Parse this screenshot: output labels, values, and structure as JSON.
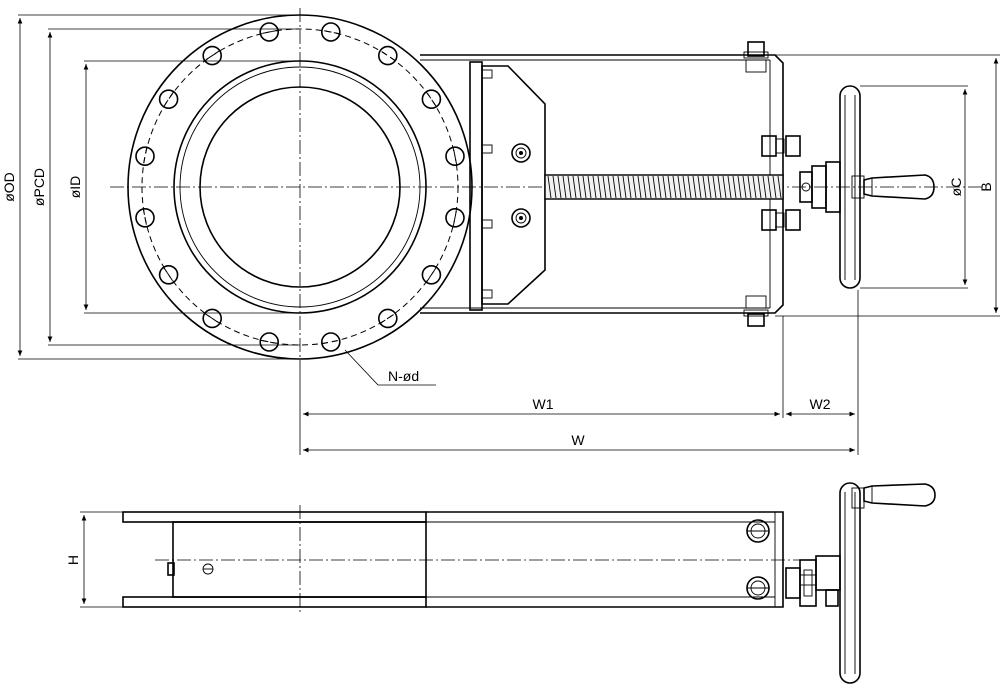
{
  "labels": {
    "od": "øOD",
    "pcd": "øPCD",
    "id": "øID",
    "c": "øC",
    "b": "B",
    "w1": "W1",
    "w2": "W2",
    "w": "W",
    "h": "H",
    "n_d": "N-ød"
  },
  "colors": {
    "line": "#000000",
    "background": "#ffffff"
  }
}
